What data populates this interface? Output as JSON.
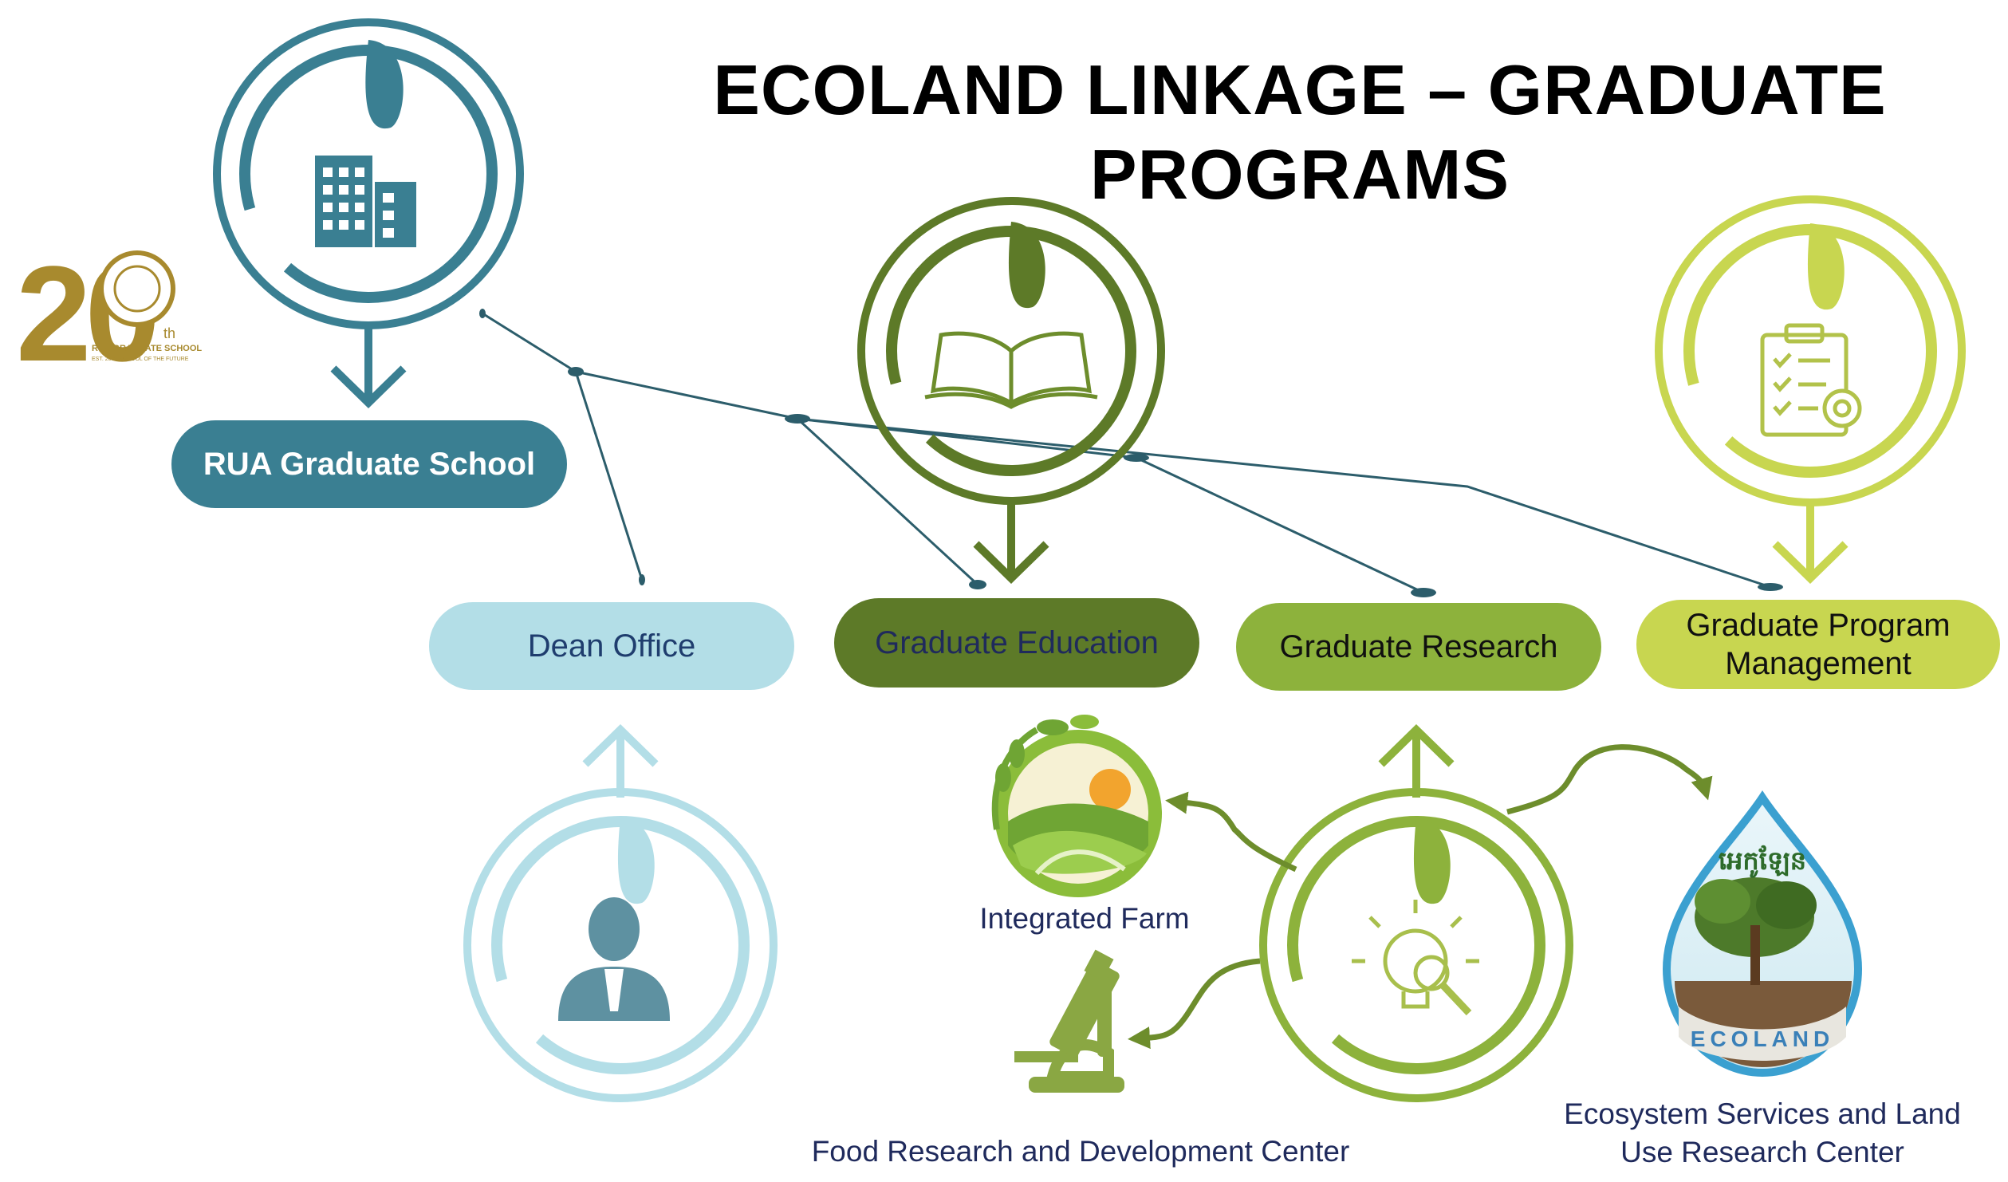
{
  "title": {
    "line1": "ECOLAND LINKAGE – GRADUATE",
    "line2": "PROGRAMS"
  },
  "logo": {
    "number": "20",
    "suffix": "th",
    "line1": "RUA GRADUATE SCHOOL",
    "line2": "EST. 2002 SCHOOL OF THE FUTURE"
  },
  "nodes": {
    "rua": "RUA Graduate School",
    "dean": "Dean Office",
    "education": "Graduate Education",
    "research": "Graduate Research",
    "management": "Graduate Program Management"
  },
  "centers": {
    "farm": "Integrated Farm",
    "food": "Food Research and Development Center",
    "ecoland_line1": "Ecosystem Services and Land",
    "ecoland_line2": "Use Research Center",
    "ecoland_badge": "ECOLAND",
    "ecoland_khmer": "អេកូឡែន"
  },
  "colors": {
    "teal": "#3a7f92",
    "light_blue": "#b3dee7",
    "dark_green": "#5d7a28",
    "mid_green": "#8db23c",
    "lime": "#c8d650",
    "connector": "#2c5d6b",
    "logo_gold": "#a88a2e"
  }
}
